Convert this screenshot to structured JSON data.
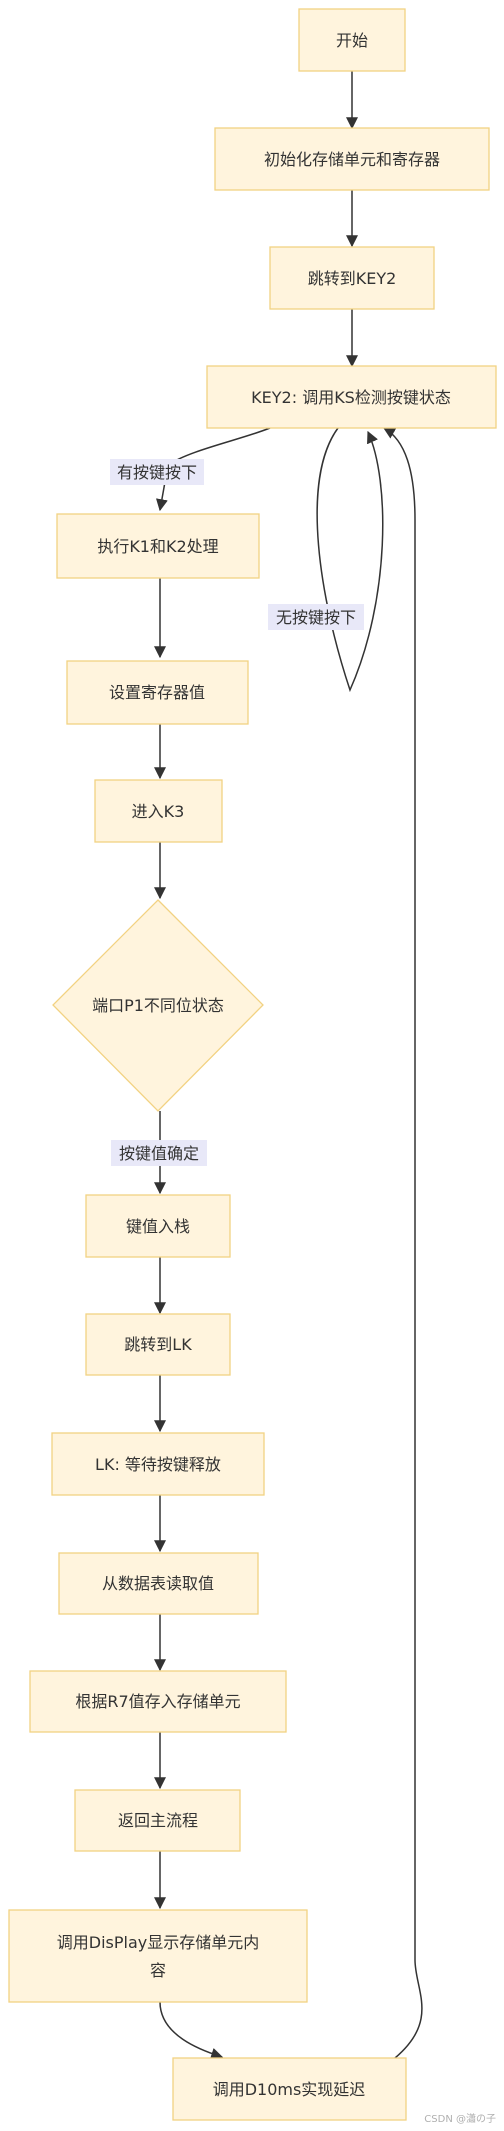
{
  "nodes": {
    "start": "开始",
    "init": "初始化存储单元和寄存器",
    "jump_key2": "跳转到KEY2",
    "key2": "KEY2: 调用KS检测按键状态",
    "exec_k1k2": "执行K1和K2处理",
    "set_reg": "设置寄存器值",
    "enter_k3": "进入K3",
    "decision": "端口P1不同位状态",
    "push_key": "键值入栈",
    "jump_lk": "跳转到LK",
    "lk_wait": "LK: 等待按键释放",
    "read_table": "从数据表读取值",
    "store_r7": "根据R7值存入存储单元",
    "return_main": "返回主流程",
    "display_line1": "调用DisPlay显示存储单元内",
    "display_line2": "容",
    "delay": "调用D10ms实现延迟"
  },
  "edge_labels": {
    "pressed": "有按键按下",
    "not_pressed": "无按键按下",
    "confirmed": "按键值确定"
  },
  "watermark": "CSDN @瀟の子",
  "colors": {
    "node_fill": "#fff4dd",
    "node_border": "#f2d282",
    "edge": "#333333",
    "label_bg": "#e8e8f8"
  }
}
